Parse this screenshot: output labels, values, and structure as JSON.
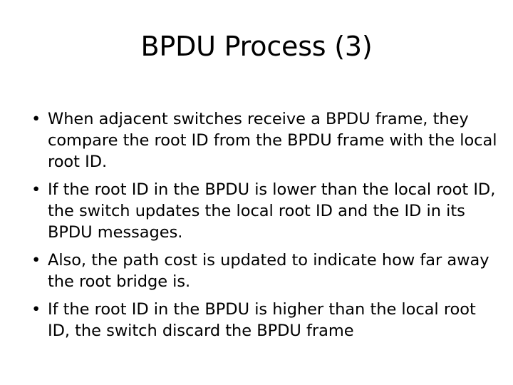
{
  "slide": {
    "title": "BPDU Process (3)",
    "background_color": "#ffffff",
    "text_color": "#000000",
    "bullet_glyph": "•",
    "bullets": [
      {
        "text": "When adjacent switches receive a BPDU frame, they compare the root ID from the BPDU frame with the local root ID."
      },
      {
        "text": "If the root ID in the BPDU is lower than the local root ID, the switch updates the local root ID and the ID in its BPDU messages."
      },
      {
        "text": "Also, the path cost is updated to indicate how far away the root bridge is."
      },
      {
        "text": "If the root ID in the BPDU is higher than the local root ID, the switch discard the BPDU frame"
      }
    ]
  }
}
